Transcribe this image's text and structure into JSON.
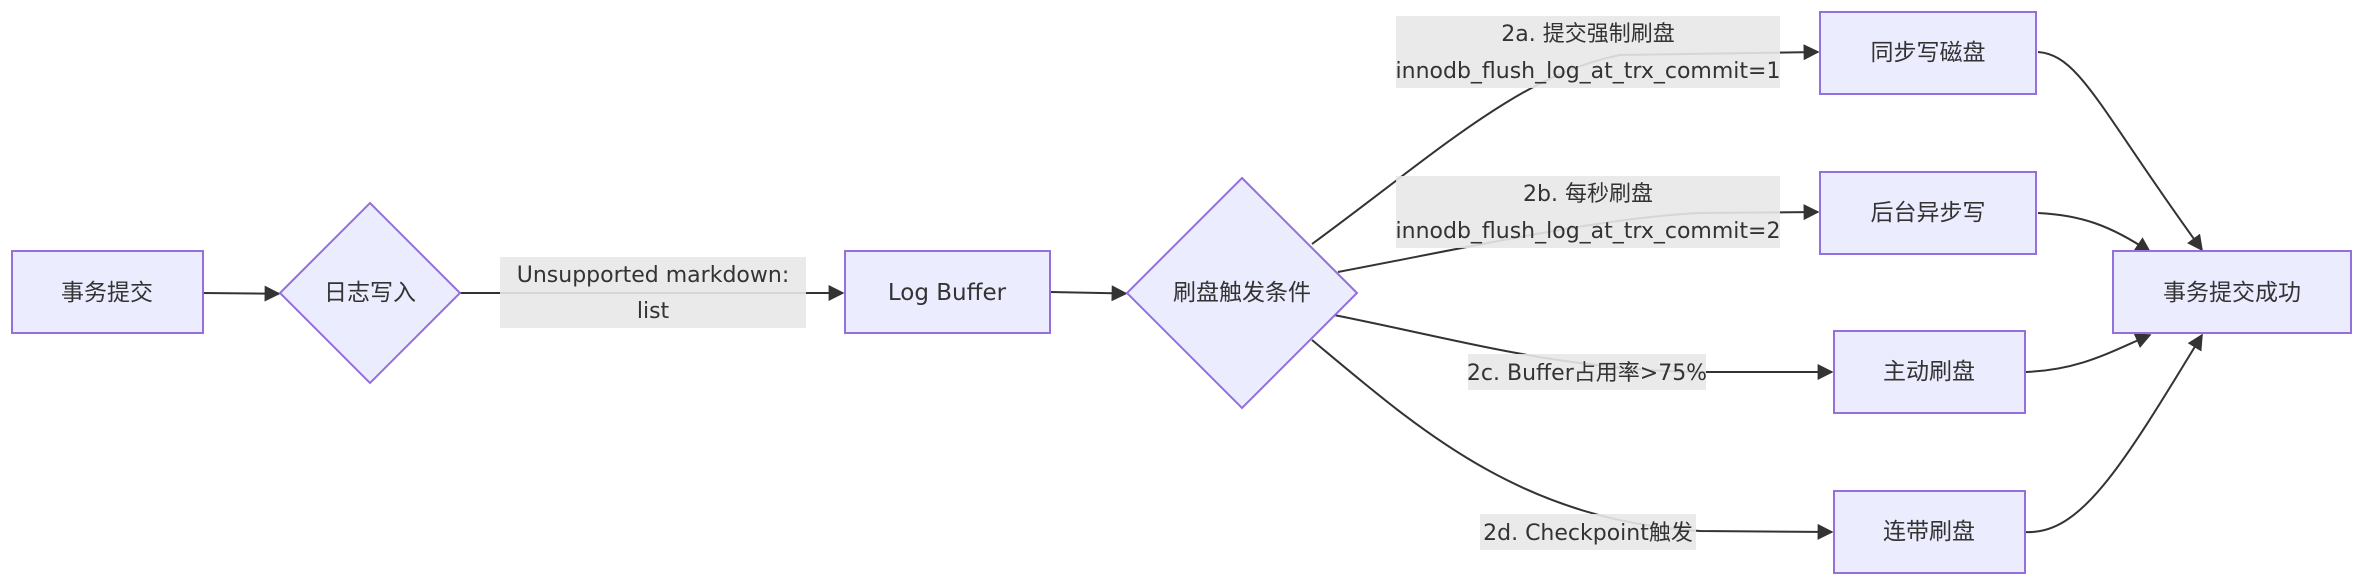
{
  "diagram": {
    "nodes": {
      "commit": "事务提交",
      "log_write": "日志写入",
      "log_buffer": "Log Buffer",
      "flush_trigger": "刷盘触发条件",
      "sync_write": "同步写磁盘",
      "bg_async": "后台异步写",
      "active_flush": "主动刷盘",
      "chain_flush": "连带刷盘",
      "commit_success": "事务提交成功"
    },
    "edge_labels": {
      "unsupported_line1": "Unsupported markdown:",
      "unsupported_line2": "list",
      "e2a_line1": "2a. 提交强制刷盘",
      "e2a_line2": "innodb_flush_log_at_trx_commit=1",
      "e2b_line1": "2b. 每秒刷盘",
      "e2b_line2": "innodb_flush_log_at_trx_commit=2",
      "e2c": "2c. Buffer占用率>75%",
      "e2d": "2d. Checkpoint触发"
    },
    "colors": {
      "node_fill": "#ECECFF",
      "node_stroke": "#9370DB",
      "edge": "#333333",
      "label_bg": "#E8E8E8"
    }
  }
}
